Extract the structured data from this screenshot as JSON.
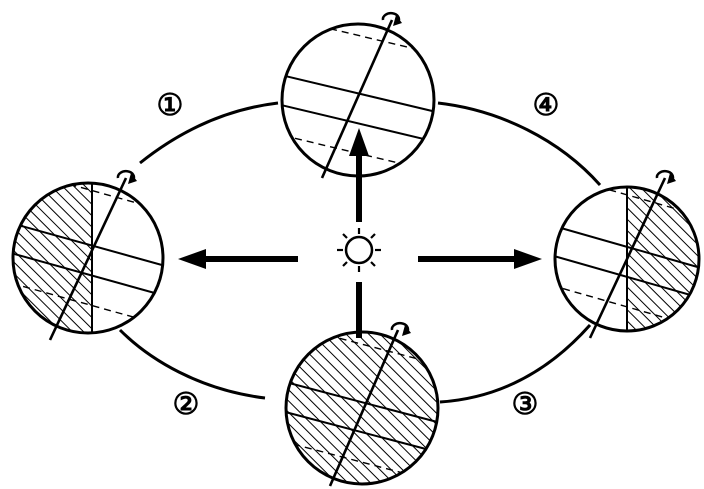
{
  "labels": {
    "seg1": "①",
    "seg2": "②",
    "seg3": "③",
    "seg4": "④"
  },
  "icons": {
    "sun": "sun-icon",
    "rotation": "rotation-arrow-icon"
  },
  "colors": {
    "ink": "#000000",
    "paper": "#ffffff"
  }
}
